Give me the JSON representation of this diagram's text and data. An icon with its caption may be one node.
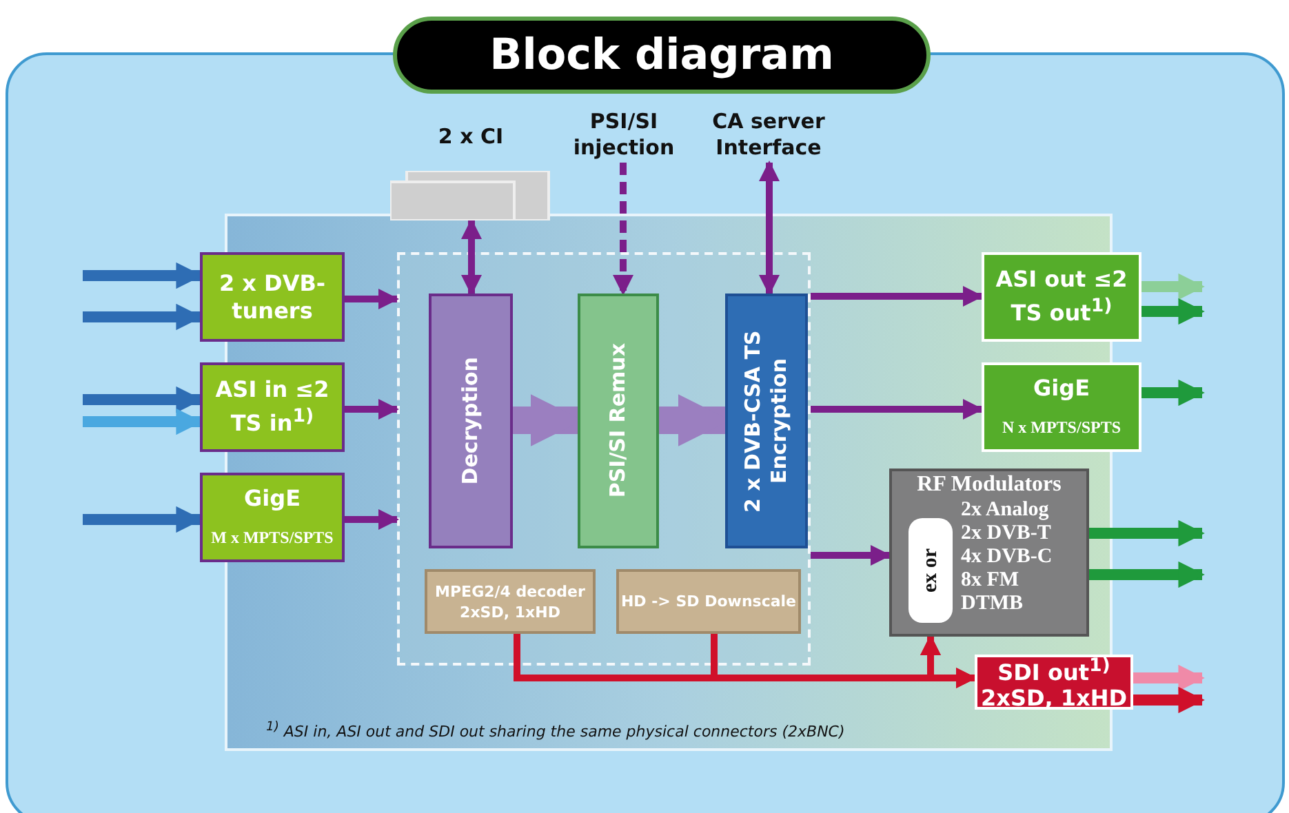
{
  "diagram": {
    "title": "Block diagram",
    "nodes": [
      {
        "text": [
          "2 x CI"
        ]
      },
      {
        "text": [
          "PSI/SI injection"
        ]
      },
      {
        "text": [
          "CA server Interface"
        ]
      },
      {
        "text": [
          "2 x DVB-tuners"
        ]
      },
      {
        "text": [
          "ASI in ≤2 TS in$^{1)}$"
        ]
      },
      {
        "text": [
          "GigE",
          "M x MPTS/SPTS"
        ]
      },
      {
        "text": [],
        "shape": "box"
      },
      {
        "text": [
          "Decryption"
        ],
        "in": 6
      },
      {
        "text": [
          "PSI/SI Remux"
        ],
        "in": 6
      },
      {
        "text": [
          "2 x DVB-CSA TS Encryption"
        ],
        "in": 6
      },
      {
        "text": [
          "MPEG2/4 decoder 2xSD, 1xHD"
        ],
        "in": 6
      },
      {
        "text": [
          "HD -> SD Downscale"
        ],
        "in": 6
      },
      {
        "text": [
          "ASI out ≤2 TS out$^{1)}$"
        ]
      },
      {
        "text": [
          "GigE",
          "N x MPTS/SPTS"
        ]
      },
      {
        "text": [
          "RF Modulators",
          "ex or",
          "2x Analog",
          "2x DVB-T",
          "4x DVB-C",
          "8x FM",
          "DTMB"
        ]
      },
      {
        "text": [
          "SDI out$^{1)}$ 2xSD, 1xHD"
        ]
      }
    ],
    "edges": [
      {
        "from": null,
        "to": 3,
        "arrow": "to",
        "color": "#2e6db4"
      },
      {
        "from": null,
        "to": 3,
        "arrow": "to",
        "color": "#2e6db4"
      },
      {
        "from": null,
        "to": 4,
        "arrow": "to",
        "color": "#2e6db4"
      },
      {
        "from": null,
        "to": 4,
        "arrow": "to",
        "color": "#4aa8e0"
      },
      {
        "from": null,
        "to": 5,
        "arrow": "to",
        "color": "#2e6db4"
      },
      {
        "from": 3,
        "to": 6,
        "arrow": "to"
      },
      {
        "from": 4,
        "to": 6,
        "arrow": "to"
      },
      {
        "from": 5,
        "to": 6,
        "arrow": "to"
      },
      {
        "from": 7,
        "to": 0,
        "arrow": "both"
      },
      {
        "from": 1,
        "to": 8,
        "arrow": "to",
        "style": "dashed"
      },
      {
        "from": 9,
        "to": 2,
        "arrow": "both"
      },
      {
        "from": 7,
        "to": 8,
        "arrow": "to",
        "style": "thick",
        "color": "#9b7fc0"
      },
      {
        "from": 8,
        "to": 9,
        "arrow": "to",
        "style": "thick",
        "color": "#9b7fc0"
      },
      {
        "from": 6,
        "to": 12,
        "arrow": "to"
      },
      {
        "from": 6,
        "to": 13,
        "arrow": "to"
      },
      {
        "from": 6,
        "to": 14,
        "arrow": "to"
      },
      {
        "from": 10,
        "to": 15,
        "arrow": "to",
        "color": "#d0102a"
      },
      {
        "from": 10,
        "to": 14,
        "arrow": "to",
        "color": "#d0102a"
      },
      {
        "from": 11,
        "to": 15,
        "arrow": "to",
        "color": "#d0102a"
      },
      {
        "from": 11,
        "to": 14,
        "arrow": "to",
        "color": "#d0102a"
      },
      {
        "from": 12,
        "to": null,
        "arrow": "to",
        "color": "#8ccf98"
      },
      {
        "from": 12,
        "to": null,
        "arrow": "to",
        "color": "#1f9a3c"
      },
      {
        "from": 13,
        "to": null,
        "arrow": "to",
        "color": "#1f9a3c"
      },
      {
        "from": 14,
        "to": null,
        "arrow": "to",
        "color": "#1f9a3c"
      },
      {
        "from": 14,
        "to": null,
        "arrow": "to",
        "color": "#1f9a3c"
      },
      {
        "from": 15,
        "to": null,
        "arrow": "to",
        "color": "#f08aa8"
      },
      {
        "from": 15,
        "to": null,
        "arrow": "to",
        "color": "#d0102a"
      }
    ],
    "labels": [
      "$^{1)}$ ASI in, ASI out and SDI out sharing the same physical connectors (2xBNC)"
    ]
  }
}
